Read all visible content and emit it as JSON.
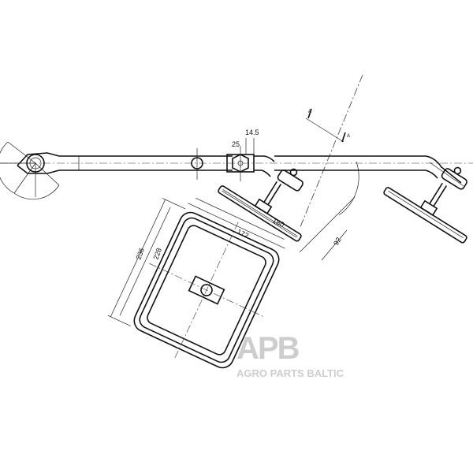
{
  "drawing": {
    "dimensions": {
      "d25": "25",
      "d14_5": "14.5",
      "d92": "92",
      "d236": "236",
      "d228": "228",
      "d172": "172",
      "d180": "180",
      "section_mark_1": "A",
      "section_mark_2": "A"
    },
    "watermark": {
      "logo": "APB",
      "text": "AGRO PARTS BALTIC"
    },
    "colors": {
      "line": "#111111",
      "watermark": "#bdbdbd"
    }
  }
}
